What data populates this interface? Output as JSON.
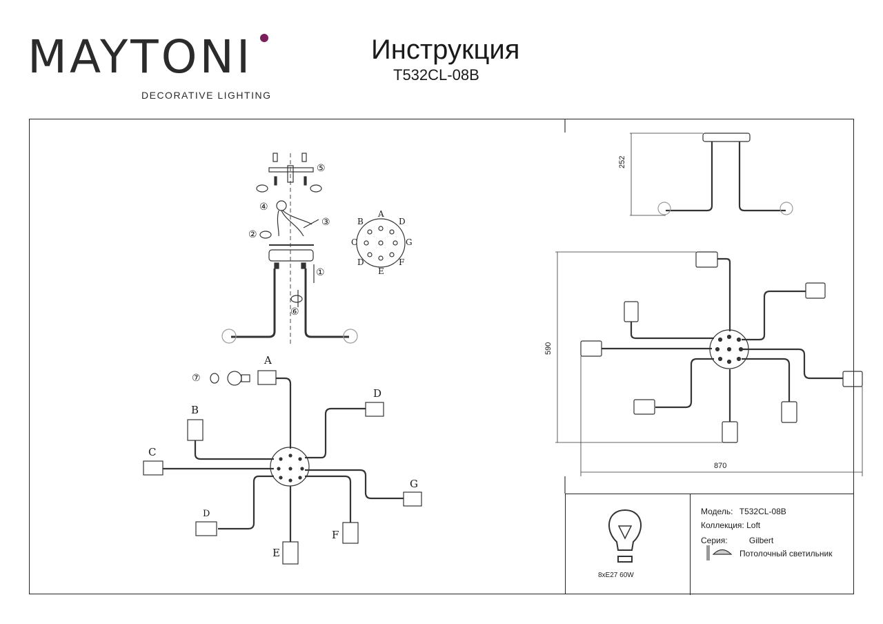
{
  "header": {
    "brand": "MAYTONI",
    "tagline": "DECORATIVE LIGHTING",
    "title": "Инструкция",
    "model": "T532CL-08B"
  },
  "steps": [
    "①",
    "②",
    "③",
    "④",
    "⑤",
    "⑥",
    "⑦"
  ],
  "socket_positions": {
    "top": "A",
    "top_left": "B",
    "top_right": "D",
    "left": "C",
    "right": "G",
    "bottom_left": "D",
    "bottom_right": "F",
    "bottom": "E"
  },
  "bottom_letters": {
    "a": "A",
    "b": "B",
    "c": "C",
    "d_top": "D",
    "g": "G",
    "d_bottom": "D",
    "f": "F",
    "e": "E"
  },
  "dimensions": {
    "height": "252",
    "depth": "590",
    "width": "870"
  },
  "info": {
    "power": "8xE27 60W",
    "model_label": "Модель:",
    "model_value": "T532CL-08B",
    "collection_label": "Коллекция:",
    "collection_value": "Loft",
    "series_label": "Серия:",
    "series_value": "Gilbert",
    "type_value": "Потолочный светильник"
  },
  "colors": {
    "brand_accent": "#7a1f5c",
    "line": "#333333"
  }
}
